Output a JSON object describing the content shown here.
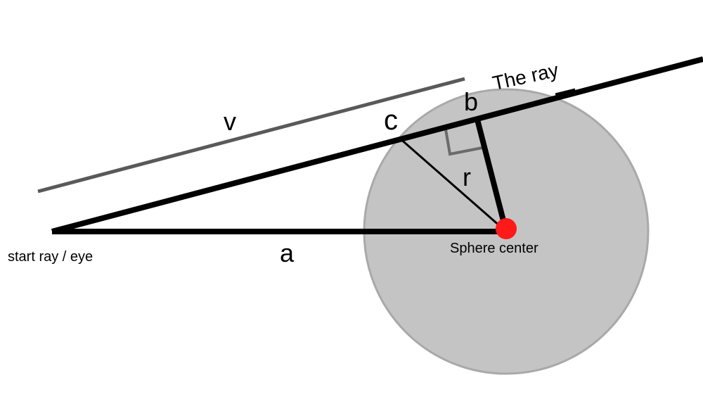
{
  "labels": {
    "the_ray": "The ray",
    "start": "start ray / eye",
    "center": "Sphere center",
    "a": "a",
    "b": "b",
    "c": "c",
    "r": "r",
    "v": "v"
  },
  "colors": {
    "sphere_fill": "#c4c4c4",
    "sphere_stroke": "#a9a9a9",
    "center_dot": "#ff1a1a",
    "v_line": "#595959",
    "right_angle": "#6b6b6b",
    "line": "#000000"
  }
}
